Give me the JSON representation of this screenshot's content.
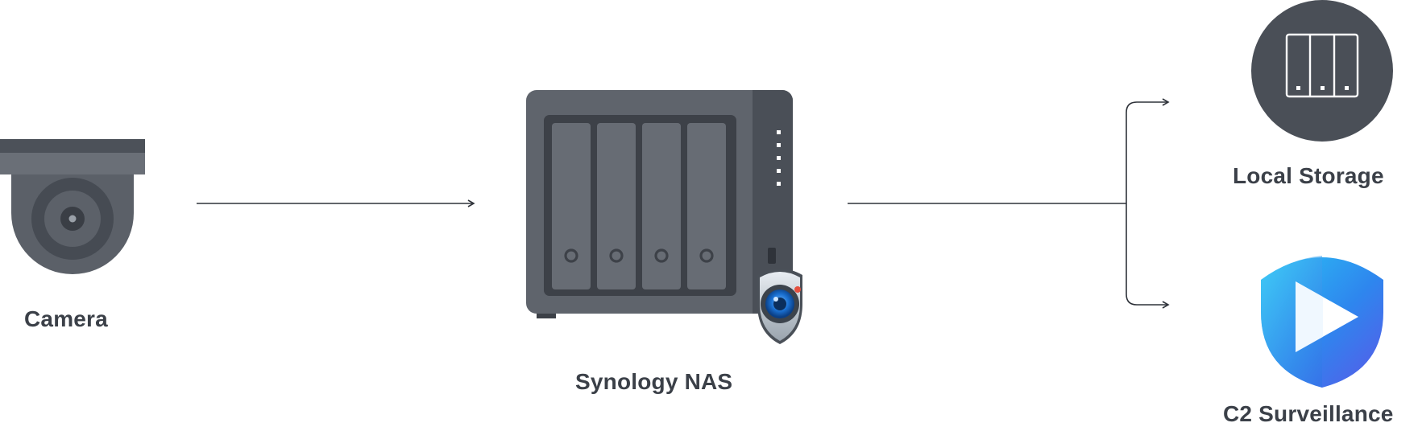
{
  "nodes": {
    "camera": {
      "label": "Camera",
      "icon": "dome-camera-icon"
    },
    "nas": {
      "label": "Synology NAS",
      "icon": "nas-device-icon",
      "badge_icon": "surveillance-station-shield-icon"
    },
    "local_storage": {
      "label": "Local Storage",
      "icon": "local-storage-icon"
    },
    "c2_surveillance": {
      "label": "C2 Surveillance",
      "icon": "c2-surveillance-shield-icon"
    }
  },
  "connections": [
    {
      "from": "Camera",
      "to": "Synology NAS"
    },
    {
      "from": "Synology NAS",
      "to": "Local Storage"
    },
    {
      "from": "Synology NAS",
      "to": "C2 Surveillance"
    }
  ],
  "colors": {
    "device_gray": "#5f646c",
    "device_dark": "#4a4f57",
    "label_text": "#3b4048",
    "connector_line": "#2f333a",
    "c2_blue": "#3a8df0"
  }
}
